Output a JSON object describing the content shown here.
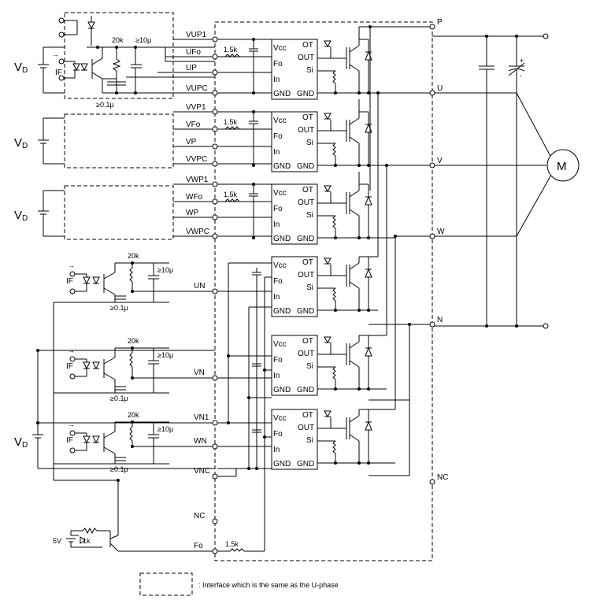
{
  "supply_label": "V",
  "supply_sub": "D",
  "input_current": "IF",
  "legend_note": ": Interface which is the same as the U-phase",
  "motor": "M",
  "resistor_20k": "20k",
  "cap_10u": "≥10μ",
  "cap_01u": "≥0.1μ",
  "resistor_1k5": "1.5k",
  "resistor_1k": "1k",
  "supply_5v": "5V",
  "upper_terminals": [
    {
      "p1": "VUP1",
      "fo": "UFo",
      "in": "UP",
      "pc": "VUPC"
    },
    {
      "p1": "VVP1",
      "fo": "VFo",
      "in": "VP",
      "pc": "VVPC"
    },
    {
      "p1": "VWP1",
      "fo": "WFo",
      "in": "WP",
      "pc": "VWPC"
    }
  ],
  "lower_terminals": [
    "UN",
    "VN",
    "WN",
    "VN1",
    "VNC",
    "NC",
    "Fo"
  ],
  "ic_pins": {
    "vcc": "Vcc",
    "fo": "Fo",
    "in": "In",
    "gnd": "GND",
    "ot": "OT",
    "out": "OUT",
    "si": "Si",
    "gnd2": "GND"
  },
  "power_terminals": [
    "P",
    "U",
    "V",
    "W",
    "N",
    "NC"
  ],
  "cap_sign_plus": "+",
  "cap_sign_minus": "-"
}
